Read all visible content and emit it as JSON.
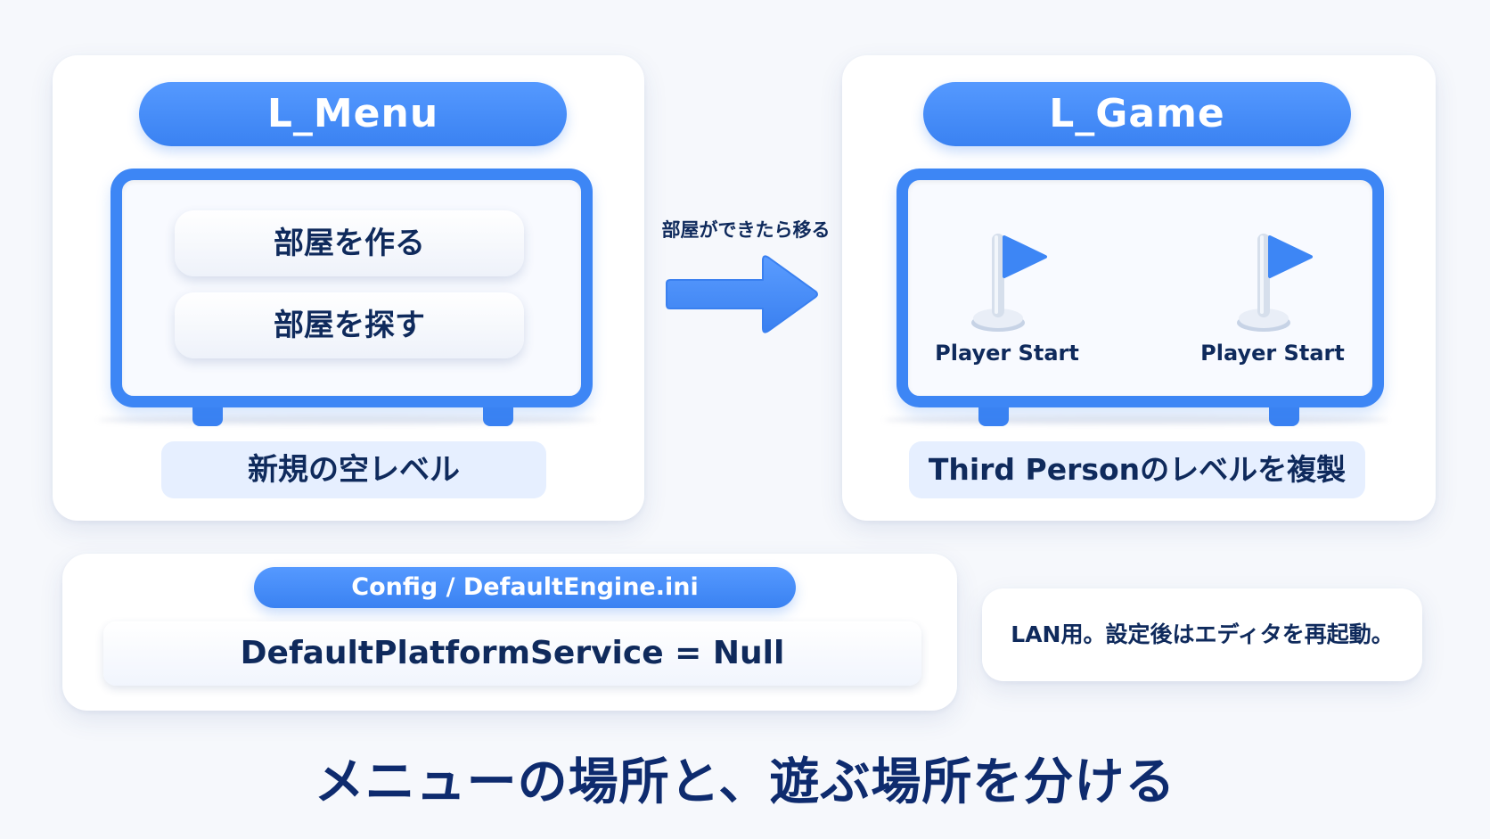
{
  "left_panel": {
    "title": "L_Menu",
    "buttons": [
      "部屋を作る",
      "部屋を探す"
    ],
    "caption": "新規の空レベル"
  },
  "transition": {
    "label": "部屋ができたら移る"
  },
  "right_panel": {
    "title": "L_Game",
    "spawn_points": [
      "Player Start",
      "Player Start"
    ],
    "caption": "Third Personのレベルを複製"
  },
  "config": {
    "file_label": "Config / DefaultEngine.ini",
    "setting_line": "DefaultPlatformService = Null",
    "note": "LAN用。設定後はエディタを再起動。"
  },
  "heading": "メニューの場所と、遊ぶ場所を分ける",
  "colors": {
    "accent": "#3a82f2",
    "text": "#0f2a5c",
    "label_bg": "#e6efff"
  }
}
